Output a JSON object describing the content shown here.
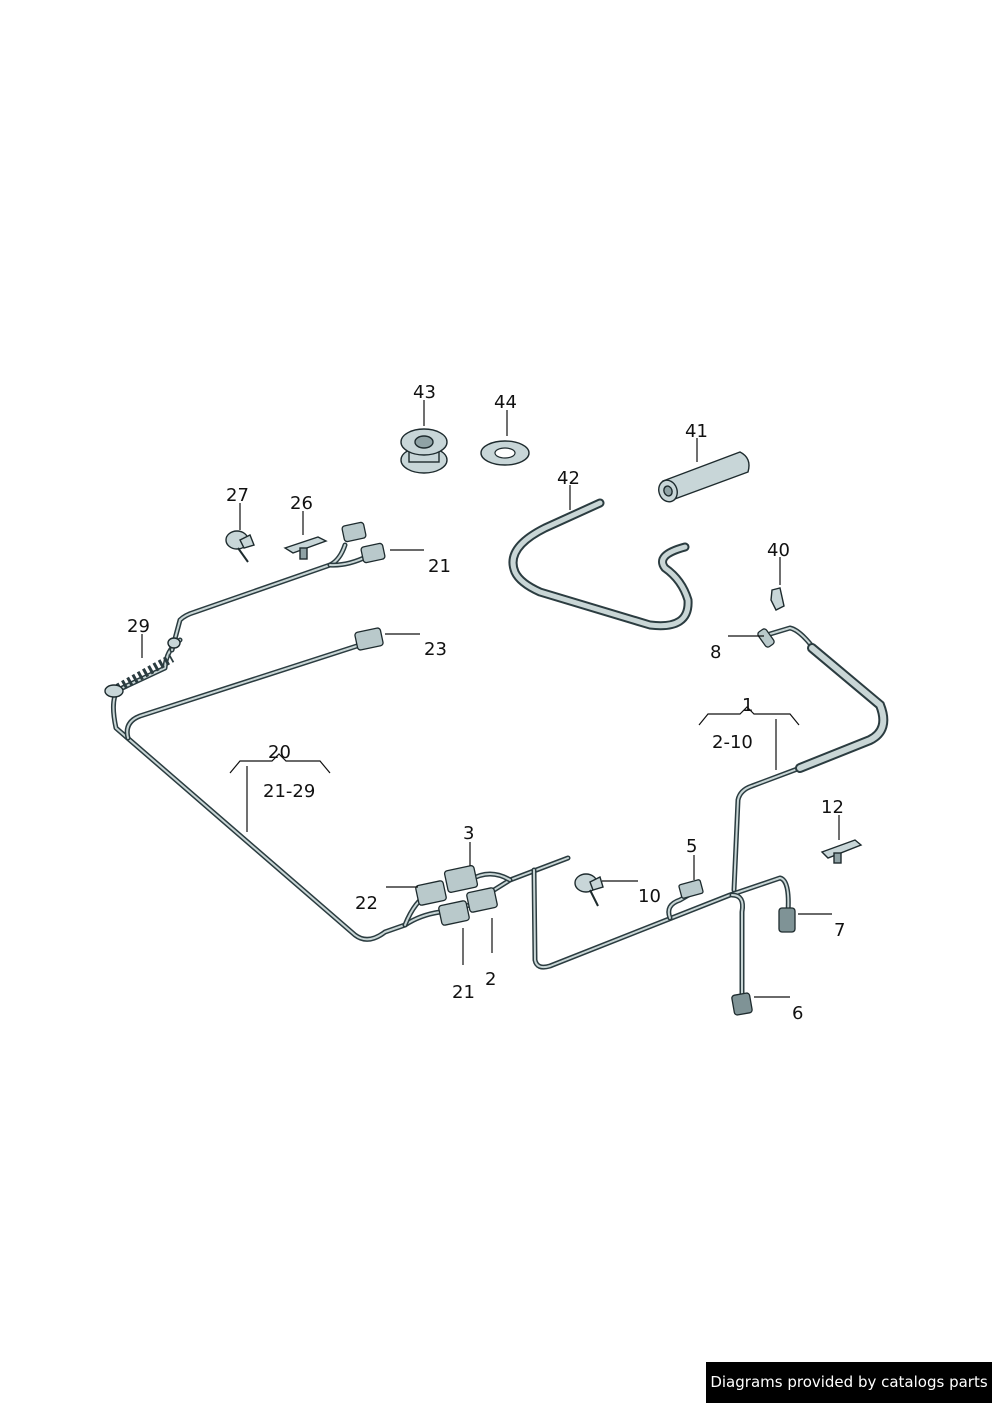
{
  "labels": {
    "l43": "43",
    "l44": "44",
    "l41": "41",
    "l42": "42",
    "l27": "27",
    "l26": "26",
    "l21a": "21",
    "l40": "40",
    "l29": "29",
    "l23": "23",
    "l8": "8",
    "l1": "1",
    "l2_10": "2-10",
    "l20": "20",
    "l21_29": "21-29",
    "l12": "12",
    "l3": "3",
    "l5": "5",
    "l10": "10",
    "l22": "22",
    "l7": "7",
    "l2": "2",
    "l21b": "21",
    "l6": "6"
  },
  "footer": {
    "credit": "Diagrams provided by catalogs parts"
  },
  "colors": {
    "wire": "#2b3c40",
    "part_fill": "#c8d6d8",
    "credit_bg": "#000000"
  }
}
